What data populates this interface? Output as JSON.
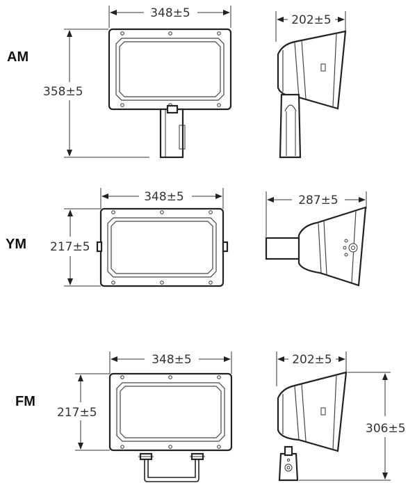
{
  "variants": [
    {
      "label": "AM",
      "front": {
        "width_dim": "348±5",
        "height_dim": "358±5"
      },
      "side": {
        "depth_dim": "202±5"
      }
    },
    {
      "label": "YM",
      "front": {
        "width_dim": "348±5",
        "height_dim": "217±5"
      },
      "side": {
        "depth_dim": "287±5"
      }
    },
    {
      "label": "FM",
      "front": {
        "width_dim": "348±5",
        "height_dim": "217±5"
      },
      "side": {
        "depth_dim": "202±5",
        "height_dim": "306±5"
      }
    }
  ]
}
